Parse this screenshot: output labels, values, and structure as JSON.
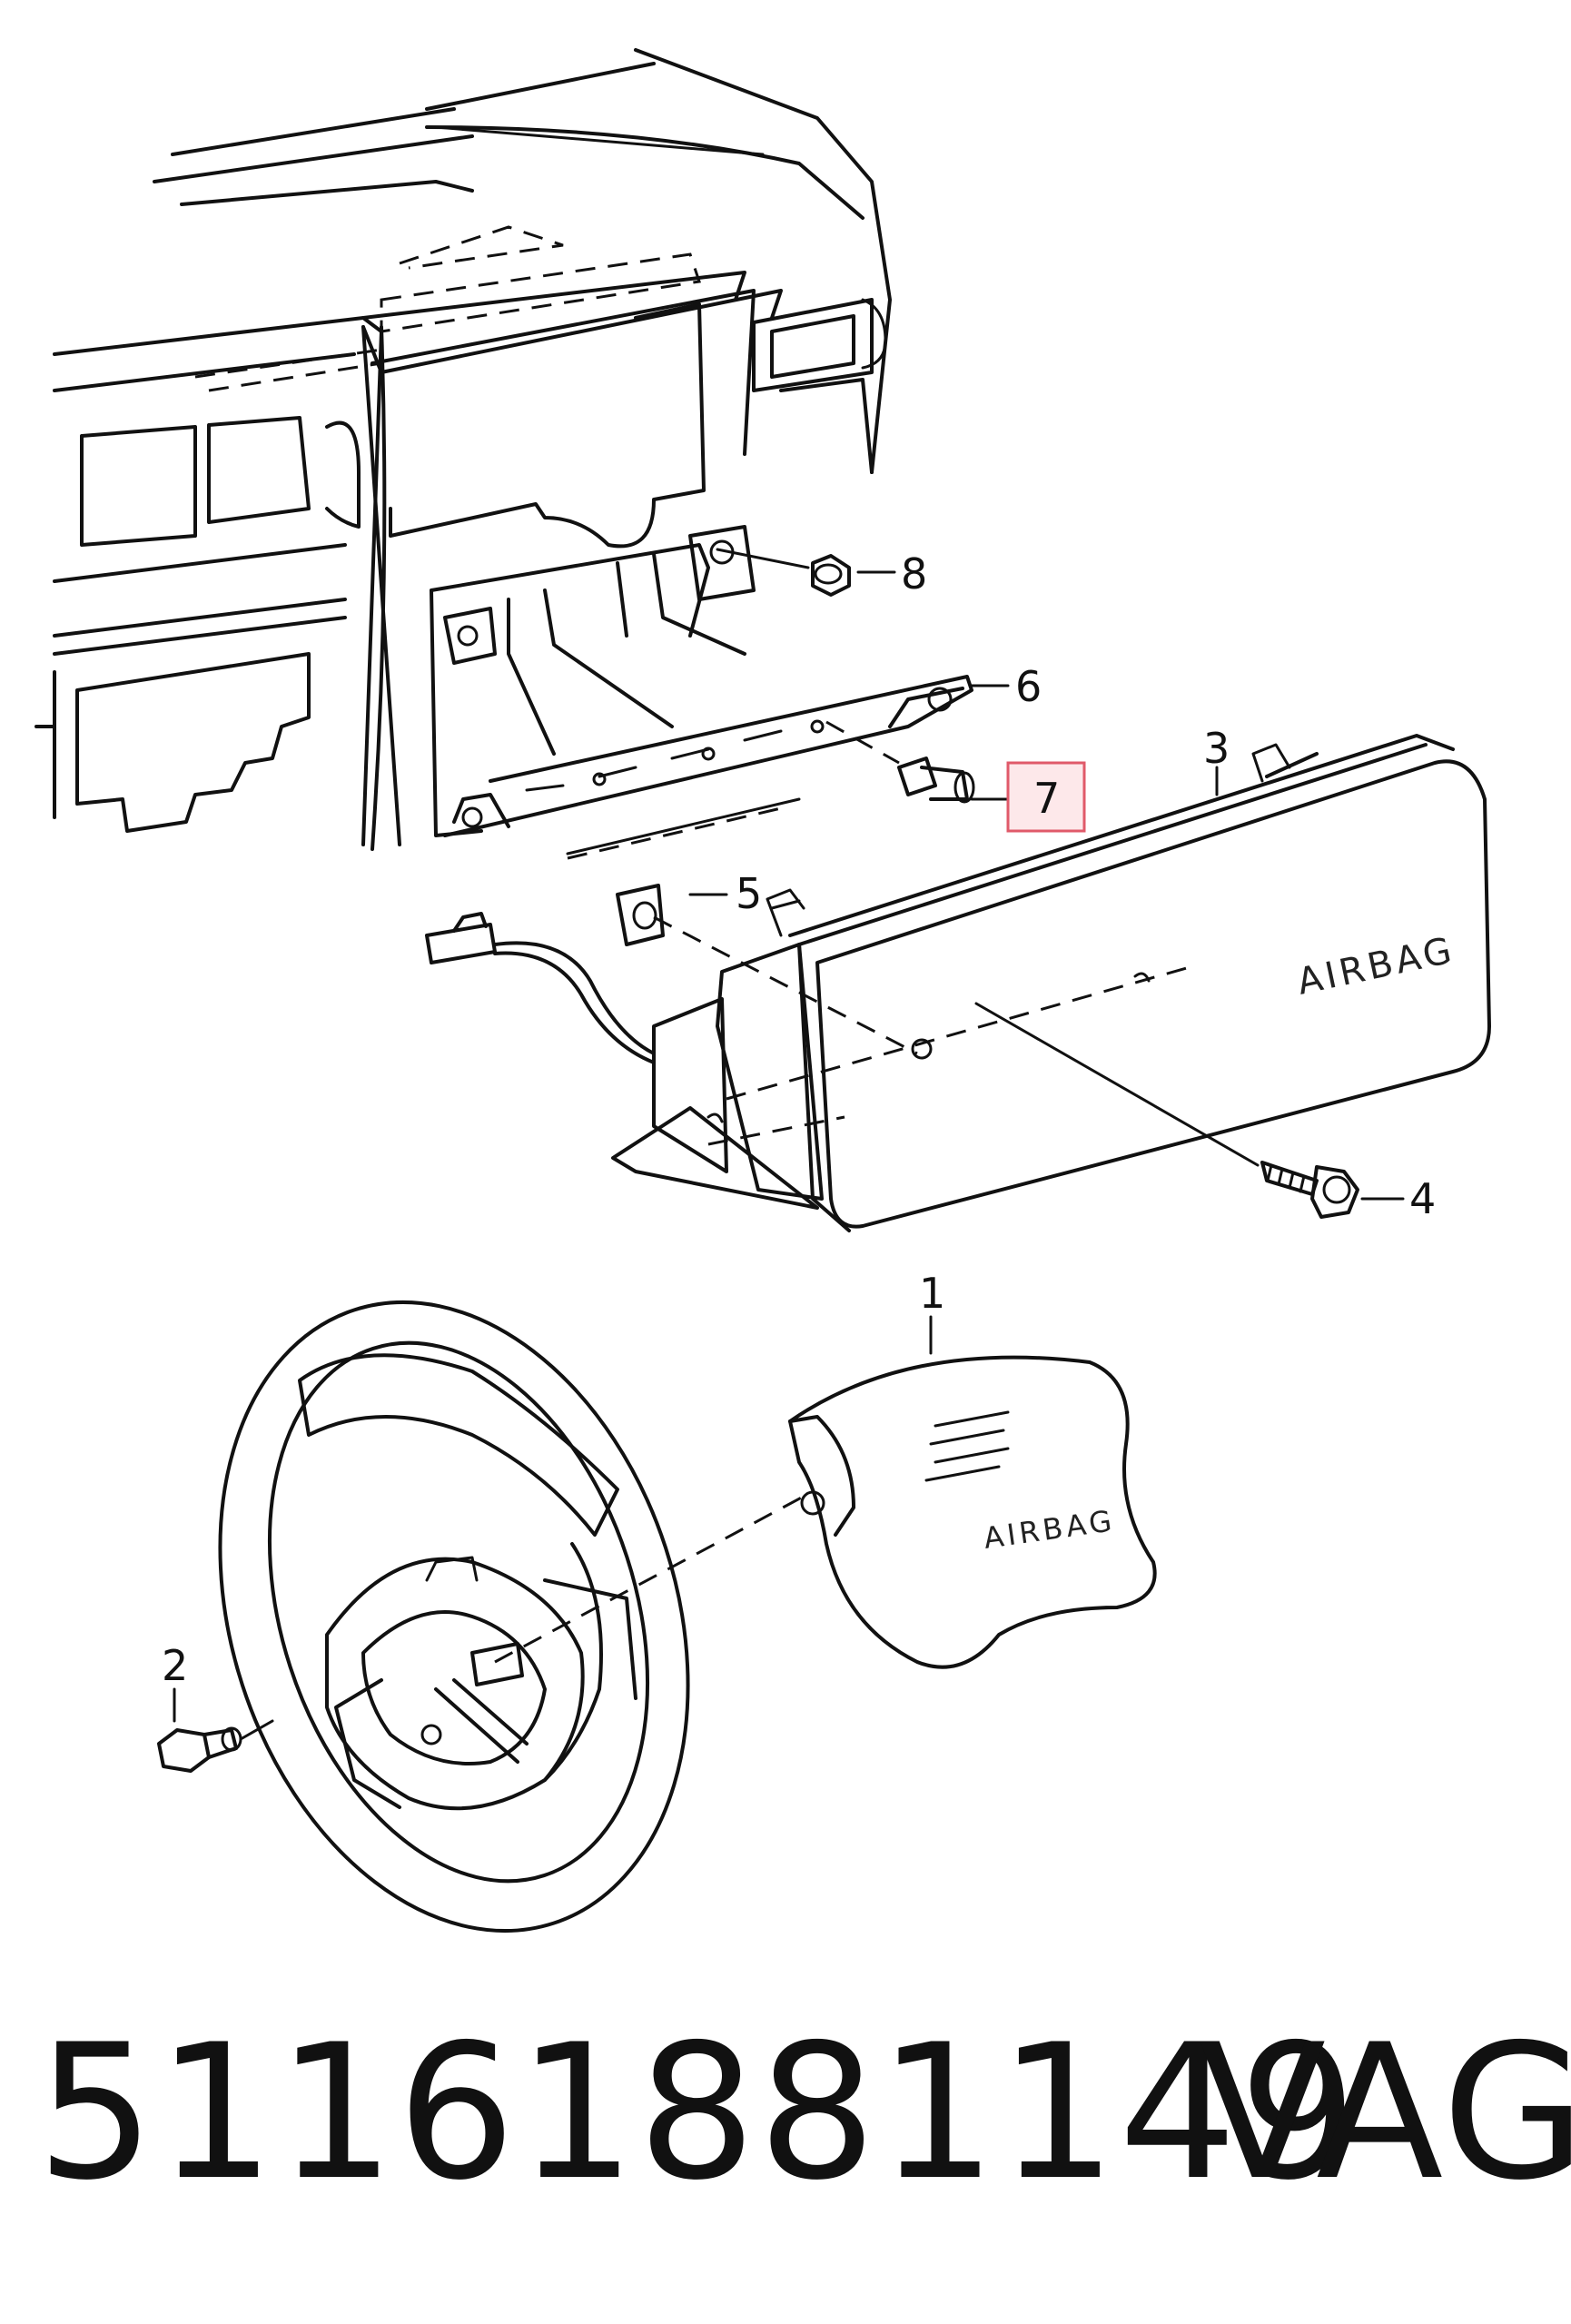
{
  "callouts": {
    "c1": "1",
    "c2": "2",
    "c3": "3",
    "c4": "4",
    "c5": "5",
    "c6": "6",
    "c7": "7",
    "c8": "8"
  },
  "embossed": {
    "passenger_airbag": "AIRBAG",
    "steering_airbag": "AIRBAG"
  },
  "footer": {
    "part_number": "5116188114­9",
    "brand": "VAG"
  },
  "highlight_color": "#e05a6a"
}
